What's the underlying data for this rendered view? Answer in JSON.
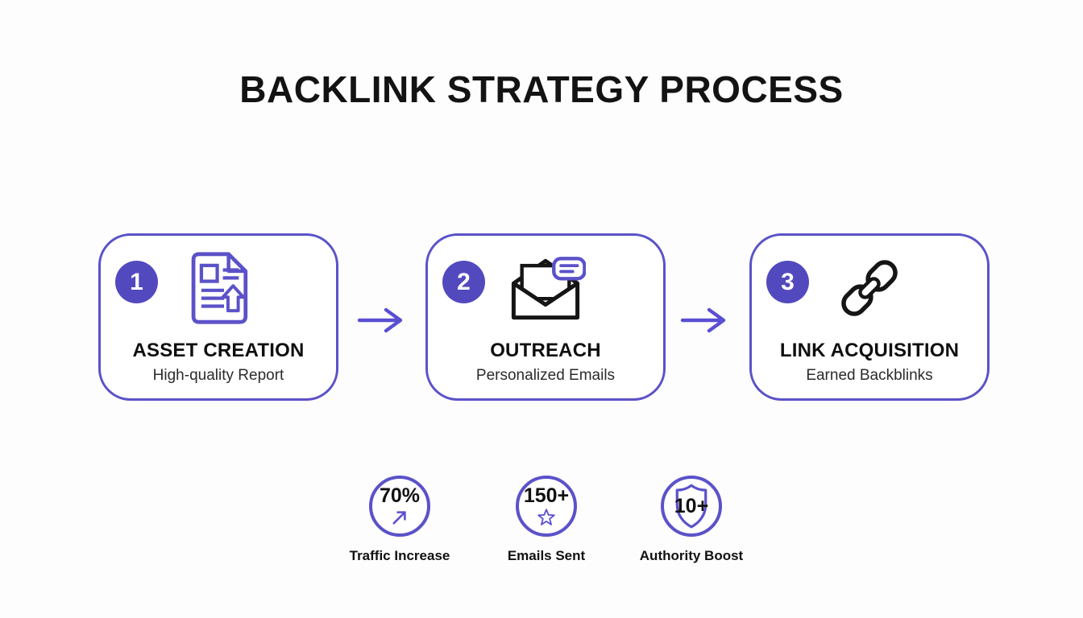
{
  "title": "BACKLINK STRATEGY PROCESS",
  "colors": {
    "accent_purple": "#5b52c9",
    "badge_purple": "#5349be",
    "icon_black": "#151515",
    "background": "#fdfdfd",
    "text_dark": "#131313"
  },
  "steps": [
    {
      "number": "1",
      "title": "ASSET CREATION",
      "subtitle": "High-quality Report",
      "icon": "document-upload-icon"
    },
    {
      "number": "2",
      "title": "OUTREACH",
      "subtitle": "Personalized Emails",
      "icon": "open-envelope-message-icon"
    },
    {
      "number": "3",
      "title": "LINK ACQUISITION",
      "subtitle": "Earned Backblinks",
      "icon": "chain-link-icon"
    }
  ],
  "connectors": [
    {
      "icon": "right-arrow-icon"
    },
    {
      "icon": "right-arrow-icon"
    }
  ],
  "stats": [
    {
      "value": "70%",
      "label": "Traffic Increase",
      "icon": "trend-up-arrow-icon"
    },
    {
      "value": "150+",
      "label": "Emails Sent",
      "icon": "star-outline-icon"
    },
    {
      "value": "10+",
      "label": "Authority Boost",
      "icon": "shield-outline-icon"
    }
  ]
}
